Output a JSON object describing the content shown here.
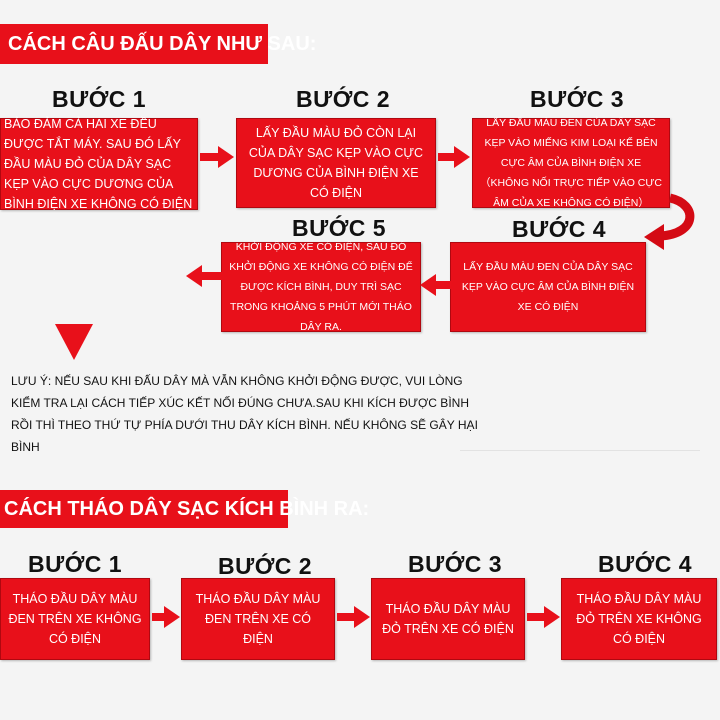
{
  "connect": {
    "header": "CÁCH CÂU ĐẤU DÂY NHƯ SAU:",
    "steps": [
      {
        "title": "BƯỚC 1",
        "text": "BẢO ĐẢM CẢ HAI XE ĐỀU ĐƯỢC TẮT MÁY. SAU ĐÓ LẤY ĐẦU MÀU ĐỎ CỦA DÂY SẠC KẸP VÀO CỰC DƯƠNG CỦA BÌNH ĐIỆN XE KHÔNG CÓ ĐIỆN"
      },
      {
        "title": "BƯỚC 2",
        "text": "LẤY ĐẦU MÀU ĐỎ CÒN LẠI CỦA DÂY SẠC KẸP VÀO CỰC DƯƠNG CỦA BÌNH ĐIỆN XE CÓ ĐIỆN"
      },
      {
        "title": "BƯỚC 3",
        "text": "LẤY ĐẦU MÀU ĐEN CỦA DÂY SẠC KẸP VÀO MIẾNG KIM LOẠI KẾ BÊN CỰC ÂM CỦA BÌNH ĐIỆN XE （KHÔNG NỐI TRỰC TIẾP VÀO CỰC ÂM CỦA XE KHÔNG CÓ ĐIỆN）"
      },
      {
        "title": "BƯỚC 4",
        "text": "LẤY ĐẦU MÀU ĐEN CỦA DÂY SẠC KẸP VÀO CỰC ÂM CỦA BÌNH ĐIỆN XE CÓ ĐIỆN"
      },
      {
        "title": "BƯỚC 5",
        "text": "KHỞI ĐỘNG XE CÓ ĐIỆN, SAU ĐÓ KHỞI ĐỘNG XE KHÔNG CÓ ĐIỆN ĐỂ ĐƯỢC KÍCH BÌNH, DUY TRÌ SẠC TRONG KHOẢNG 5 PHÚT MỚI THÁO DÂY RA."
      }
    ]
  },
  "note": "LƯU Ý: NẾU SAU KHI ĐẤU DÂY MÀ VẪN KHÔNG KHỞI ĐỘNG ĐƯỢC, VUI LÒNG KIỂM TRA LẠI CÁCH TIẾP XÚC KẾT NỐI ĐÚNG CHƯA.SAU KHI KÍCH ĐƯỢC BÌNH RỒI THÌ THEO THỨ TỰ PHÍA DƯỚI THU DÂY KÍCH BÌNH. NẾU KHÔNG SẼ GÂY HẠI BÌNH",
  "remove": {
    "header": "CÁCH THÁO DÂY SẠC KÍCH BÌNH RA:",
    "steps": [
      {
        "title": "BƯỚC 1",
        "text": "THÁO ĐẦU DÂY MÀU ĐEN TRÊN XE KHÔNG CÓ ĐIỆN"
      },
      {
        "title": "BƯỚC 2",
        "text": "THÁO ĐẦU DÂY MÀU ĐEN TRÊN XE CÓ ĐIỆN"
      },
      {
        "title": "BƯỚC 3",
        "text": "THÁO ĐẦU DÂY MÀU ĐỎ TRÊN XE CÓ ĐIỆN"
      },
      {
        "title": "BƯỚC 4",
        "text": "THÁO ĐẦU DÂY MÀU ĐỎ TRÊN XE KHÔNG CÓ ĐIỆN"
      }
    ]
  },
  "colors": {
    "accent": "#e8101a",
    "background": "#f4f4f4",
    "text": "#111111"
  }
}
